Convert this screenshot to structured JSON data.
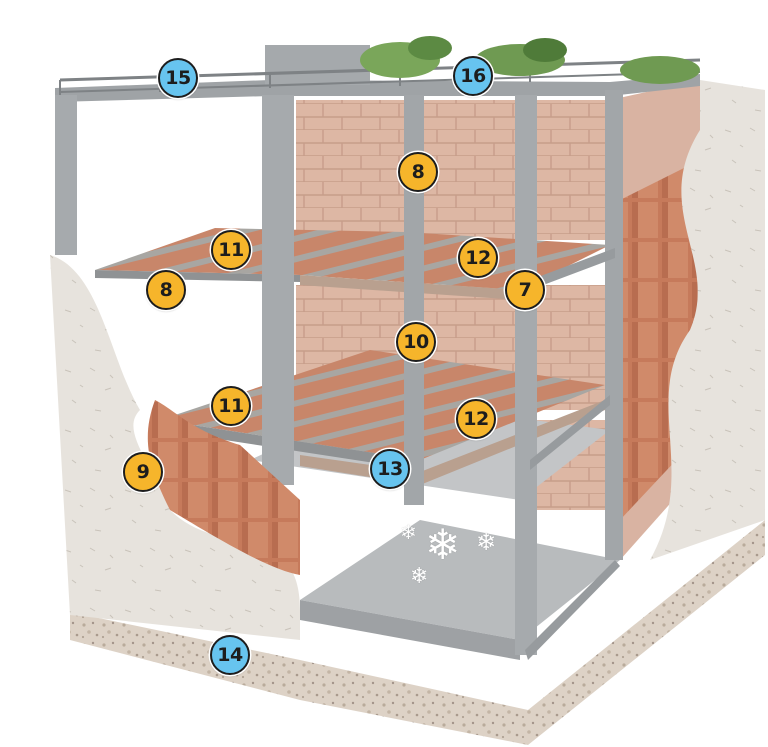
{
  "labels": [
    {
      "id": "l15",
      "text": "15",
      "kind": "blue"
    },
    {
      "id": "l16",
      "text": "16",
      "kind": "blue"
    },
    {
      "id": "l8a",
      "text": "8",
      "kind": "yellow"
    },
    {
      "id": "l11a",
      "text": "11",
      "kind": "yellow"
    },
    {
      "id": "l12a",
      "text": "12",
      "kind": "yellow"
    },
    {
      "id": "l8b",
      "text": "8",
      "kind": "yellow"
    },
    {
      "id": "l7",
      "text": "7",
      "kind": "yellow"
    },
    {
      "id": "l10",
      "text": "10",
      "kind": "yellow"
    },
    {
      "id": "l11b",
      "text": "11",
      "kind": "yellow"
    },
    {
      "id": "l12b",
      "text": "12",
      "kind": "yellow"
    },
    {
      "id": "l9",
      "text": "9",
      "kind": "yellow"
    },
    {
      "id": "l13",
      "text": "13",
      "kind": "blue"
    },
    {
      "id": "l14",
      "text": "14",
      "kind": "blue"
    }
  ],
  "colors": {
    "badge_yellow": "#f6b52b",
    "badge_blue": "#67c4ef",
    "concrete_frame": "#a6aaad",
    "brick": "#c98a6c",
    "stucco": "#e8e4df",
    "gravel": "#d9cfc4"
  },
  "snowflake_glyph": "❄"
}
